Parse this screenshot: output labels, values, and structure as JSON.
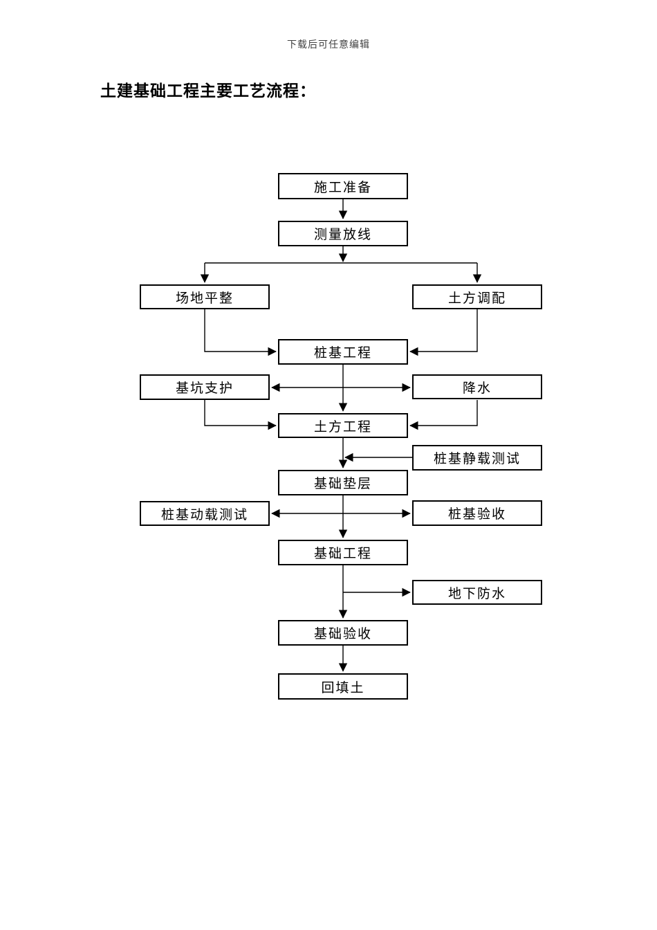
{
  "page": {
    "header_note": "下载后可任意编辑",
    "title": "土建基础工程主要工艺流程："
  },
  "colors": {
    "box_border": "#000000",
    "text": "#000000",
    "header_note_text": "#404040",
    "background": "#ffffff"
  },
  "flowchart": {
    "nodes": [
      {
        "id": "construction-preparation",
        "label": "施工准备"
      },
      {
        "id": "survey-layout",
        "label": "测量放线"
      },
      {
        "id": "site-leveling",
        "label": "场地平整"
      },
      {
        "id": "earthwork-allocation",
        "label": "土方调配"
      },
      {
        "id": "pile-foundation",
        "label": "桩基工程"
      },
      {
        "id": "pit-support",
        "label": "基坑支护"
      },
      {
        "id": "dewatering",
        "label": "降水"
      },
      {
        "id": "earthwork",
        "label": "土方工程"
      },
      {
        "id": "pile-static-load-test",
        "label": "桩基静载测试"
      },
      {
        "id": "foundation-cushion",
        "label": "基础垫层"
      },
      {
        "id": "pile-dynamic-load-test",
        "label": "桩基动载测试"
      },
      {
        "id": "pile-acceptance",
        "label": "桩基验收"
      },
      {
        "id": "foundation-works",
        "label": "基础工程"
      },
      {
        "id": "underground-waterproofing",
        "label": "地下防水"
      },
      {
        "id": "foundation-acceptance",
        "label": "基础验收"
      },
      {
        "id": "backfill",
        "label": "回填土"
      }
    ],
    "edges": [
      {
        "from": "施工准备",
        "to": "测量放线",
        "style": "arrow"
      },
      {
        "from": "测量放线",
        "to": "场地平整",
        "style": "arrow-branch"
      },
      {
        "from": "测量放线",
        "to": "土方调配",
        "style": "arrow-branch"
      },
      {
        "from": "场地平整",
        "to": "桩基工程",
        "style": "arrow"
      },
      {
        "from": "土方调配",
        "to": "桩基工程",
        "style": "arrow"
      },
      {
        "from": "桩基工程",
        "to": "土方工程",
        "style": "arrow"
      },
      {
        "from": "基坑支护",
        "to": "降水",
        "style": "double-arrow"
      },
      {
        "from": "基坑支护",
        "to": "土方工程",
        "style": "arrow"
      },
      {
        "from": "降水",
        "to": "土方工程",
        "style": "arrow"
      },
      {
        "from": "桩基静载测试",
        "to": "土方工程-基础垫层流程线",
        "style": "arrow"
      },
      {
        "from": "土方工程",
        "to": "基础垫层",
        "style": "arrow"
      },
      {
        "from": "桩基动载测试",
        "to": "桩基验收",
        "style": "double-arrow"
      },
      {
        "from": "基础垫层",
        "to": "基础工程",
        "style": "arrow"
      },
      {
        "from": "基础工程",
        "to": "地下防水",
        "style": "arrow-branch"
      },
      {
        "from": "基础工程",
        "to": "基础验收",
        "style": "arrow"
      },
      {
        "from": "基础验收",
        "to": "回填土",
        "style": "arrow"
      }
    ]
  }
}
